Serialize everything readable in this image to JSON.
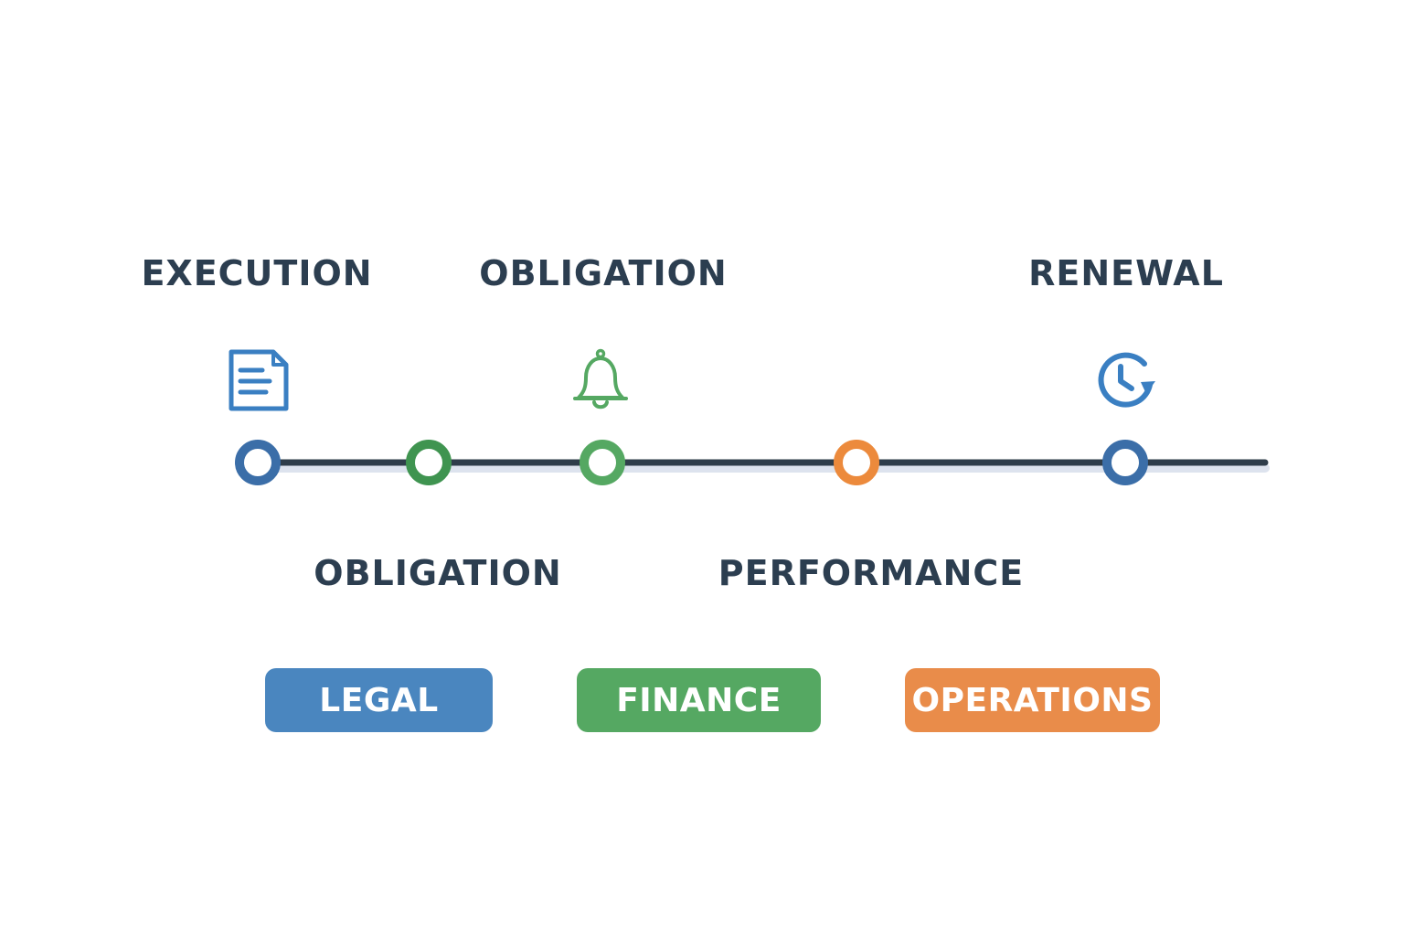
{
  "labels_above": [
    {
      "text": "EXECUTION"
    },
    {
      "text": "OBLIGATION"
    },
    {
      "text": "RENEWAL"
    }
  ],
  "labels_below": [
    {
      "text": "OBLIGATION"
    },
    {
      "text": "PERFORMANCE"
    }
  ],
  "icons": {
    "document": "document-icon",
    "bell": "bell-icon",
    "renew": "clock-renew-icon"
  },
  "nodes": [
    {
      "color": "#3b6ea8"
    },
    {
      "color": "#3f9450"
    },
    {
      "color": "#55a862"
    },
    {
      "color": "#ec8a3c"
    },
    {
      "color": "#3b6ea8"
    }
  ],
  "legend": [
    {
      "label": "LEGAL",
      "color": "#4a86bf"
    },
    {
      "label": "FINANCE",
      "color": "#55a862"
    },
    {
      "label": "OPERATIONS",
      "color": "#e98c4a"
    }
  ],
  "colors": {
    "text": "#2c3e50",
    "track": "#2f3d4a",
    "track_shadow": "#dde3ee",
    "blue_icon": "#3a7fc2",
    "green_icon": "#55a862"
  }
}
